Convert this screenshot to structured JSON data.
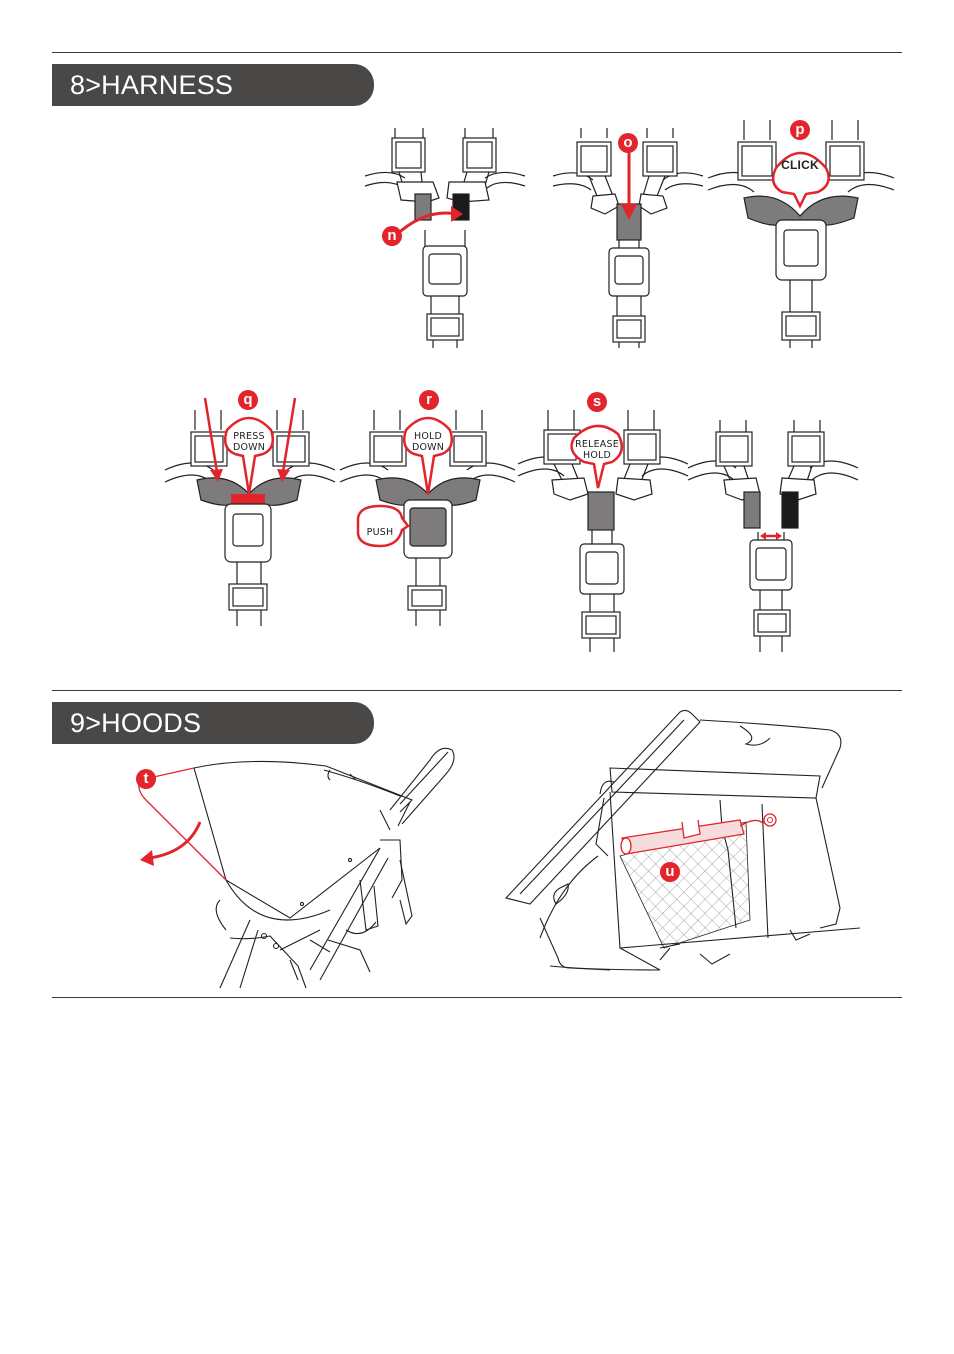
{
  "sections": {
    "harness": {
      "title": "8>HARNESS"
    },
    "hoods": {
      "title": "9>HOODS"
    }
  },
  "steps": {
    "n": "n",
    "o": "o",
    "p": "p",
    "q": "q",
    "r": "r",
    "s": "s",
    "t": "t",
    "u": "u"
  },
  "callouts": {
    "click": "CLICK",
    "press_down": "PRESS\nDOWN",
    "hold_down": "HOLD\nDOWN",
    "push": "PUSH",
    "release_hold": "RELEASE\nHOLD"
  },
  "colors": {
    "accent": "#e2242b",
    "header": "#4a4747",
    "buckle": "#7d7b7b"
  }
}
